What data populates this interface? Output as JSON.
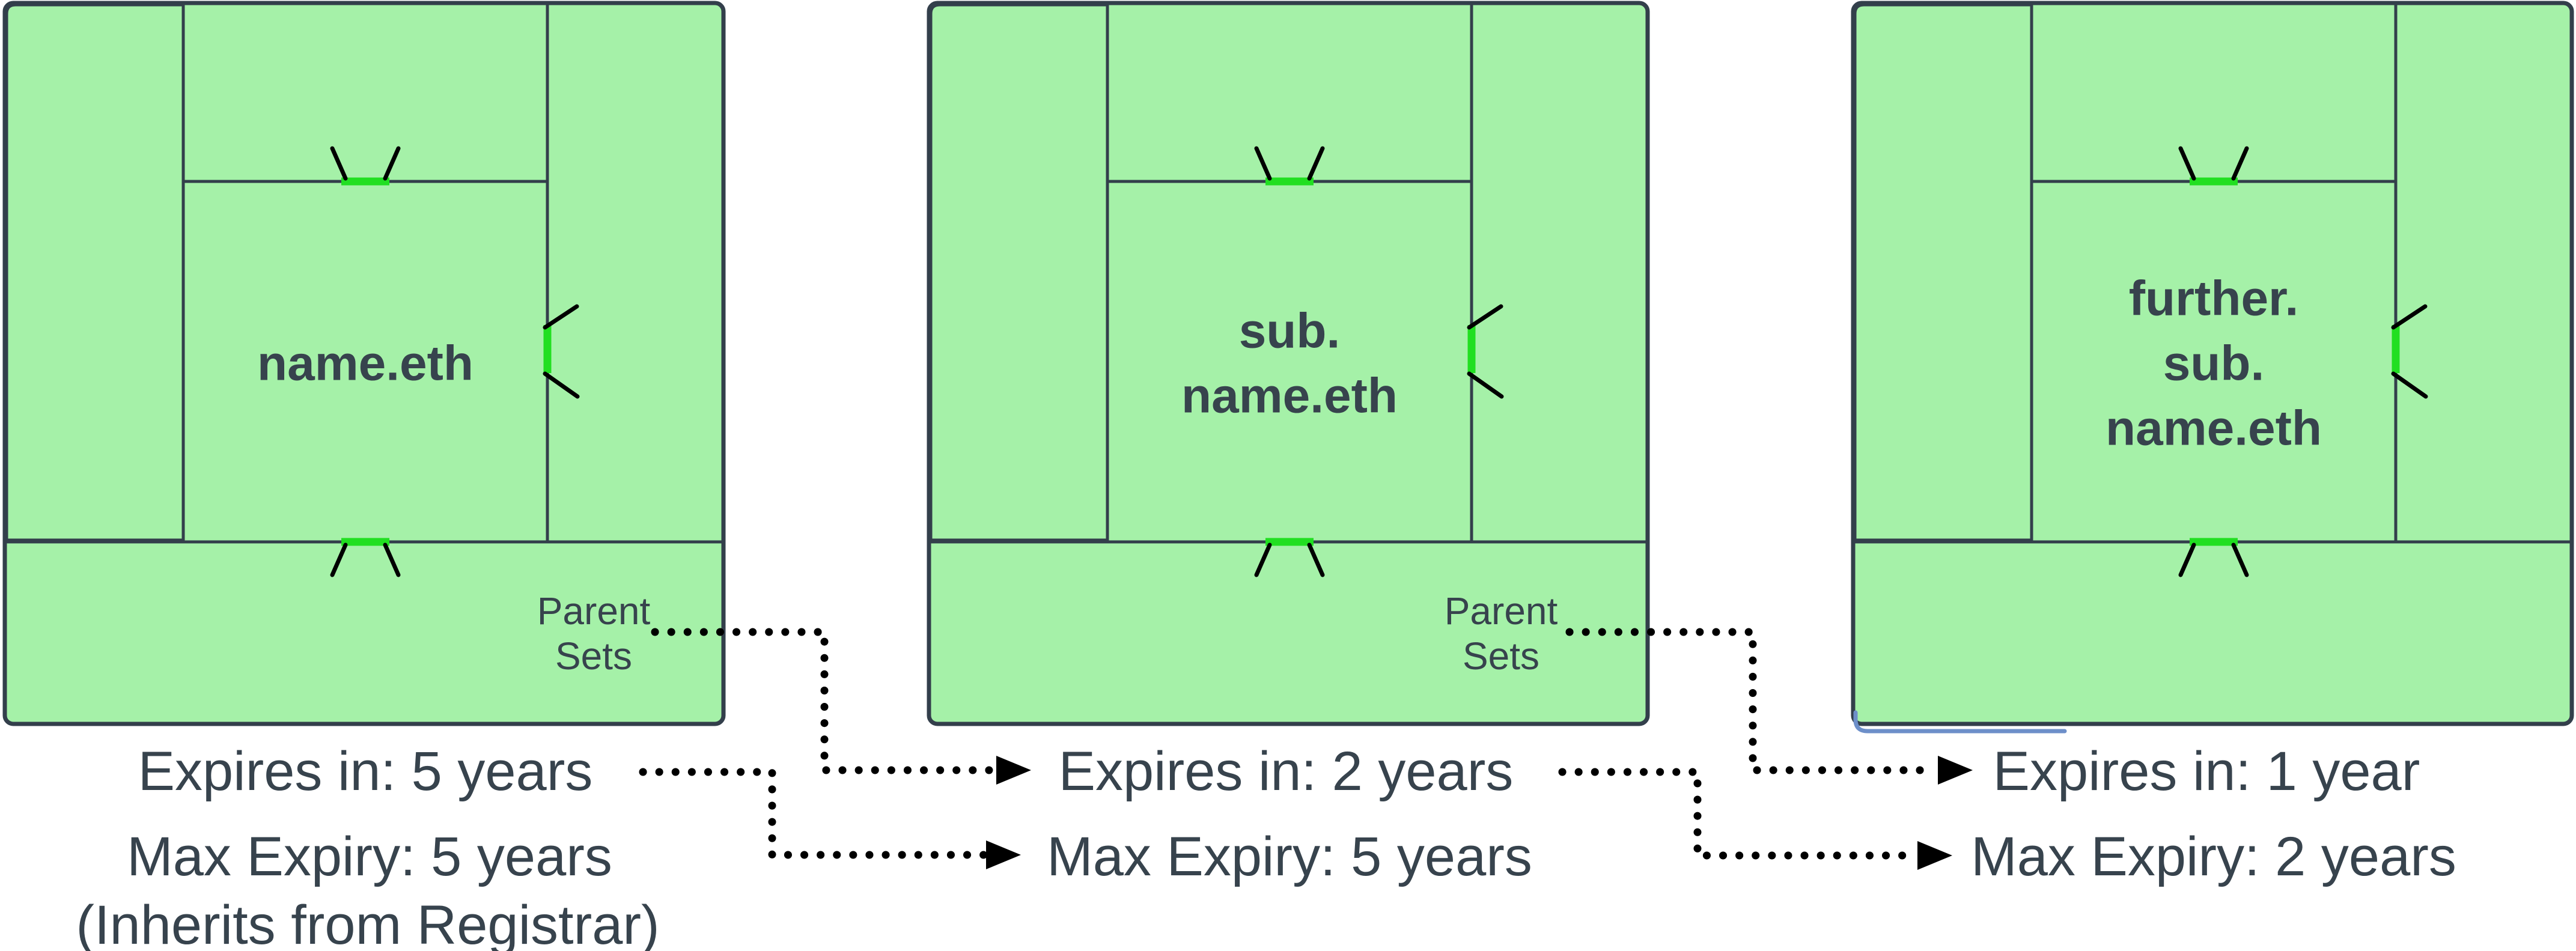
{
  "colors": {
    "page_bg": "#ffffff",
    "box_green": "#a5f1a8",
    "box_red": "#f4a9a8",
    "box_blue": "#cfe2f9",
    "connector_green": "#21df21",
    "outline_ink": "#333f4b",
    "text_ink": "#37434d",
    "tick_black": "#000000",
    "dotted_black": "#000000",
    "underline_blue": "#6d8fc9"
  },
  "diagrams": [
    {
      "name_lines": [
        "name.eth"
      ],
      "parent_sets_lines": [
        "Parent",
        "Sets"
      ],
      "expires_label": "Expires in: 5 years",
      "max_expiry_label": "Max Expiry: 5 years",
      "note_label": "(Inherits from Registrar)"
    },
    {
      "name_lines": [
        "sub.",
        "name.eth"
      ],
      "parent_sets_lines": [
        "Parent",
        "Sets"
      ],
      "expires_label": "Expires in: 2 years",
      "max_expiry_label": "Max Expiry: 5 years"
    },
    {
      "name_lines": [
        "further.",
        "sub.",
        "name.eth"
      ],
      "expires_label": "Expires in: 1 year",
      "max_expiry_label": "Max Expiry: 2 years"
    }
  ]
}
